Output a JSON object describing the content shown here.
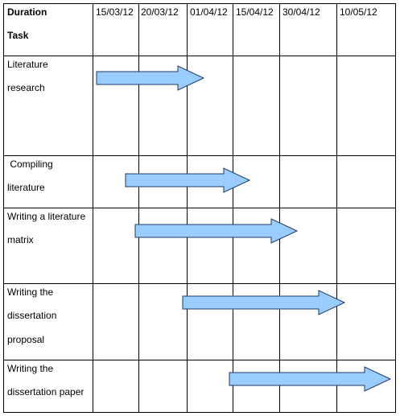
{
  "header": {
    "row_label_top": "Duration",
    "row_label_bottom": "Task",
    "dates": [
      "15/03/12",
      "20/03/12",
      "01/04/12",
      "15/04/12",
      "30/04/12",
      "10/05/12"
    ]
  },
  "tasks": [
    {
      "lines": [
        "Literature",
        "research"
      ],
      "start": "15/03/12",
      "end": "01/04/12"
    },
    {
      "lines": [
        " Compiling",
        "literature"
      ],
      "start": "20/03/12",
      "end": "15/04/12"
    },
    {
      "lines": [
        "Writing a literature",
        "matrix"
      ],
      "start": "20/03/12",
      "end": "30/04/12"
    },
    {
      "lines": [
        "Writing the",
        "dissertation",
        "proposal"
      ],
      "start": "01/04/12",
      "end": "10/05/12"
    },
    {
      "lines": [
        "Writing the",
        "dissertation paper"
      ],
      "start": "15/04/12",
      "end": "10/05/12"
    }
  ],
  "colors": {
    "arrow_fill": "#99ccff",
    "arrow_stroke": "#1f3a5f",
    "grid": "#000000"
  }
}
